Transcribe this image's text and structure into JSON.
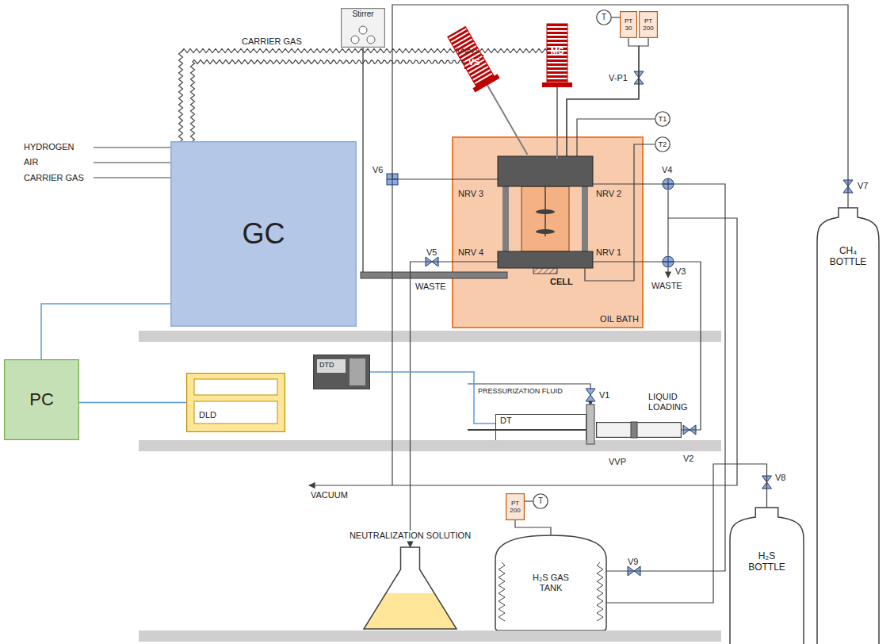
{
  "diagram": {
    "nodes": [
      {
        "text": [
          "Stirrer"
        ]
      },
      {
        "text": [
          "VS"
        ]
      },
      {
        "text": [
          "MS"
        ]
      },
      {
        "text": [
          "PT",
          "30"
        ]
      },
      {
        "text": [
          "PT",
          "200"
        ]
      },
      {
        "text": [
          "T"
        ]
      },
      {
        "text": [
          "GC"
        ]
      },
      {
        "text": [
          "OIL BATH"
        ]
      },
      {
        "text": [
          "CELL"
        ],
        "in": 7
      },
      {
        "text": [
          "T1"
        ]
      },
      {
        "text": [
          "T2"
        ]
      },
      {
        "text": [
          "CH₄ BOTTLE"
        ]
      },
      {
        "text": [
          "PC"
        ]
      },
      {
        "text": [
          "DLD"
        ]
      },
      {
        "text": [
          "DTD"
        ]
      },
      {
        "text": [
          "DT"
        ]
      },
      {
        "text": [
          "VVP"
        ]
      },
      {
        "text": [
          "NEUTRALIZATION SOLUTION"
        ]
      },
      {
        "text": [
          "PT",
          "200"
        ]
      },
      {
        "text": [
          "T"
        ]
      },
      {
        "text": [
          "H₂S GAS TANK"
        ]
      },
      {
        "text": [
          "H₂S BOTTLE"
        ]
      }
    ],
    "edges": [
      {
        "from": 6,
        "to": 2,
        "arrow": "none"
      },
      {
        "from": 6,
        "to": 1,
        "arrow": "none"
      },
      {
        "from": 5,
        "to": 3,
        "arrow": "none"
      },
      {
        "from": 3,
        "to": 8,
        "arrow": "none"
      },
      {
        "from": 4,
        "to": 8,
        "arrow": "none"
      },
      {
        "from": 9,
        "to": 8,
        "arrow": "none"
      },
      {
        "from": 10,
        "to": 8,
        "arrow": "none"
      },
      {
        "from": 11,
        "to": 8,
        "arrow": "none"
      },
      {
        "from": 8,
        "to": 17,
        "arrow": "to"
      },
      {
        "from": 20,
        "to": 8,
        "arrow": "none"
      },
      {
        "from": 16,
        "to": 8,
        "arrow": "none"
      },
      {
        "from": 6,
        "to": 12,
        "arrow": "none"
      },
      {
        "from": 13,
        "to": 12,
        "arrow": "none"
      },
      {
        "from": 14,
        "to": 15,
        "arrow": "none"
      },
      {
        "from": 19,
        "to": 18,
        "arrow": "none"
      },
      {
        "from": 18,
        "to": 20,
        "arrow": "none"
      },
      {
        "from": 21,
        "to": 20,
        "arrow": "none"
      }
    ],
    "labels": [
      "CARRIER GAS",
      "HYDROGEN",
      "AIR",
      "CARRIER GAS",
      "V-P1",
      "V6",
      "NRV 3",
      "NRV 2",
      "V4",
      "NRV 4",
      "NRV 1",
      "V3",
      "V5",
      "WASTE",
      "WASTE",
      "V7",
      "PRESSURIZATION FLUID",
      "V1",
      "LIQUID LOADING",
      "V2",
      "VACUUM",
      "V9",
      "V8"
    ]
  }
}
